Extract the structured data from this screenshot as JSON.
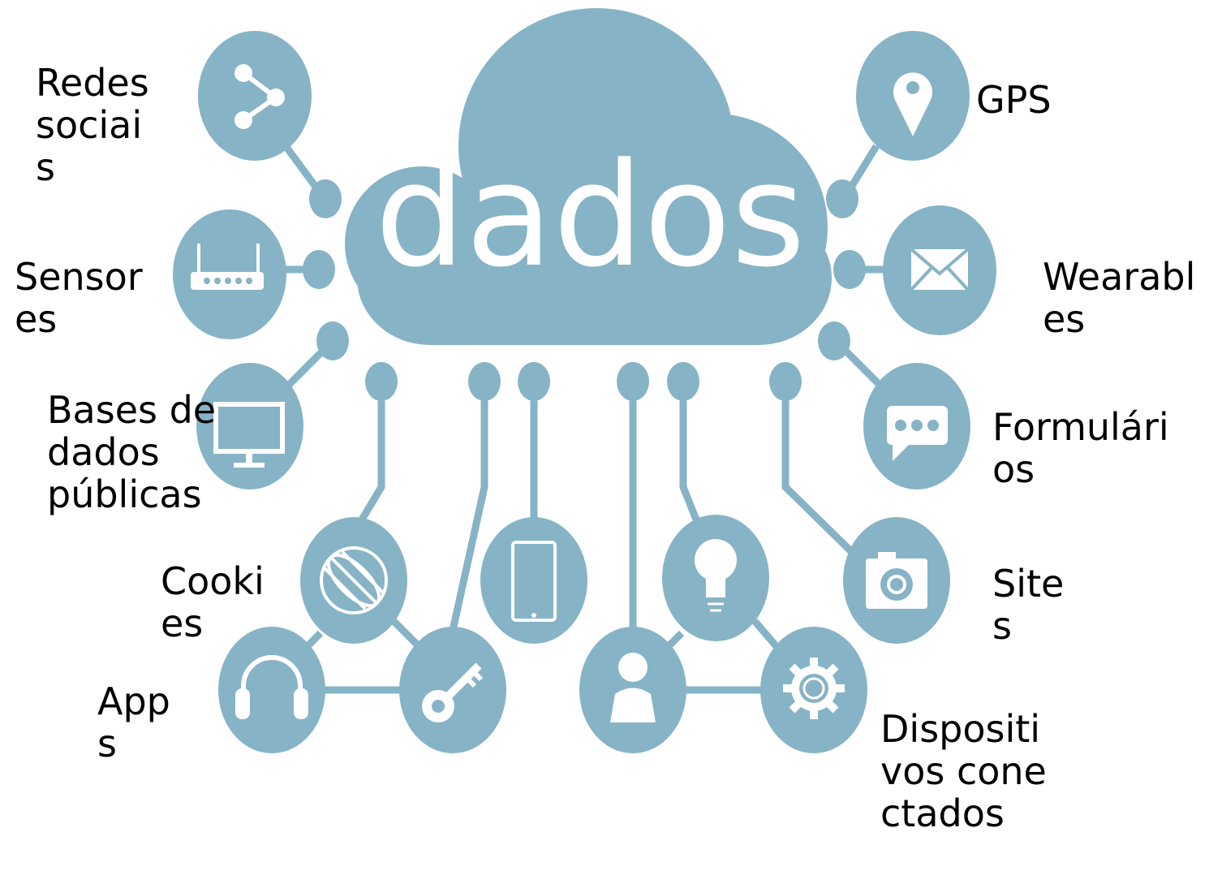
{
  "center": {
    "label": "dados"
  },
  "labels": {
    "redes": "Redes sociais",
    "sensores": "Sensores",
    "bases": "Bases de dados públicas",
    "cookies": "Cookies",
    "apps": "Apps",
    "gps": "GPS",
    "wearables": "Wearables",
    "formularios": "Formulários",
    "sites": "Sites",
    "dispositivos": "Dispositivos conectados"
  },
  "colors": {
    "node": "#87b3c6",
    "text": "#000000",
    "center_text": "#ffffff",
    "icon": "#ffffff"
  },
  "icons": [
    "share-icon",
    "router-icon",
    "monitor-icon",
    "globe-icon",
    "headphones-icon",
    "key-icon",
    "smartphone-icon",
    "user-icon",
    "lightbulb-icon",
    "gear-icon",
    "camera-icon",
    "chat-icon",
    "mail-icon",
    "location-pin-icon"
  ]
}
